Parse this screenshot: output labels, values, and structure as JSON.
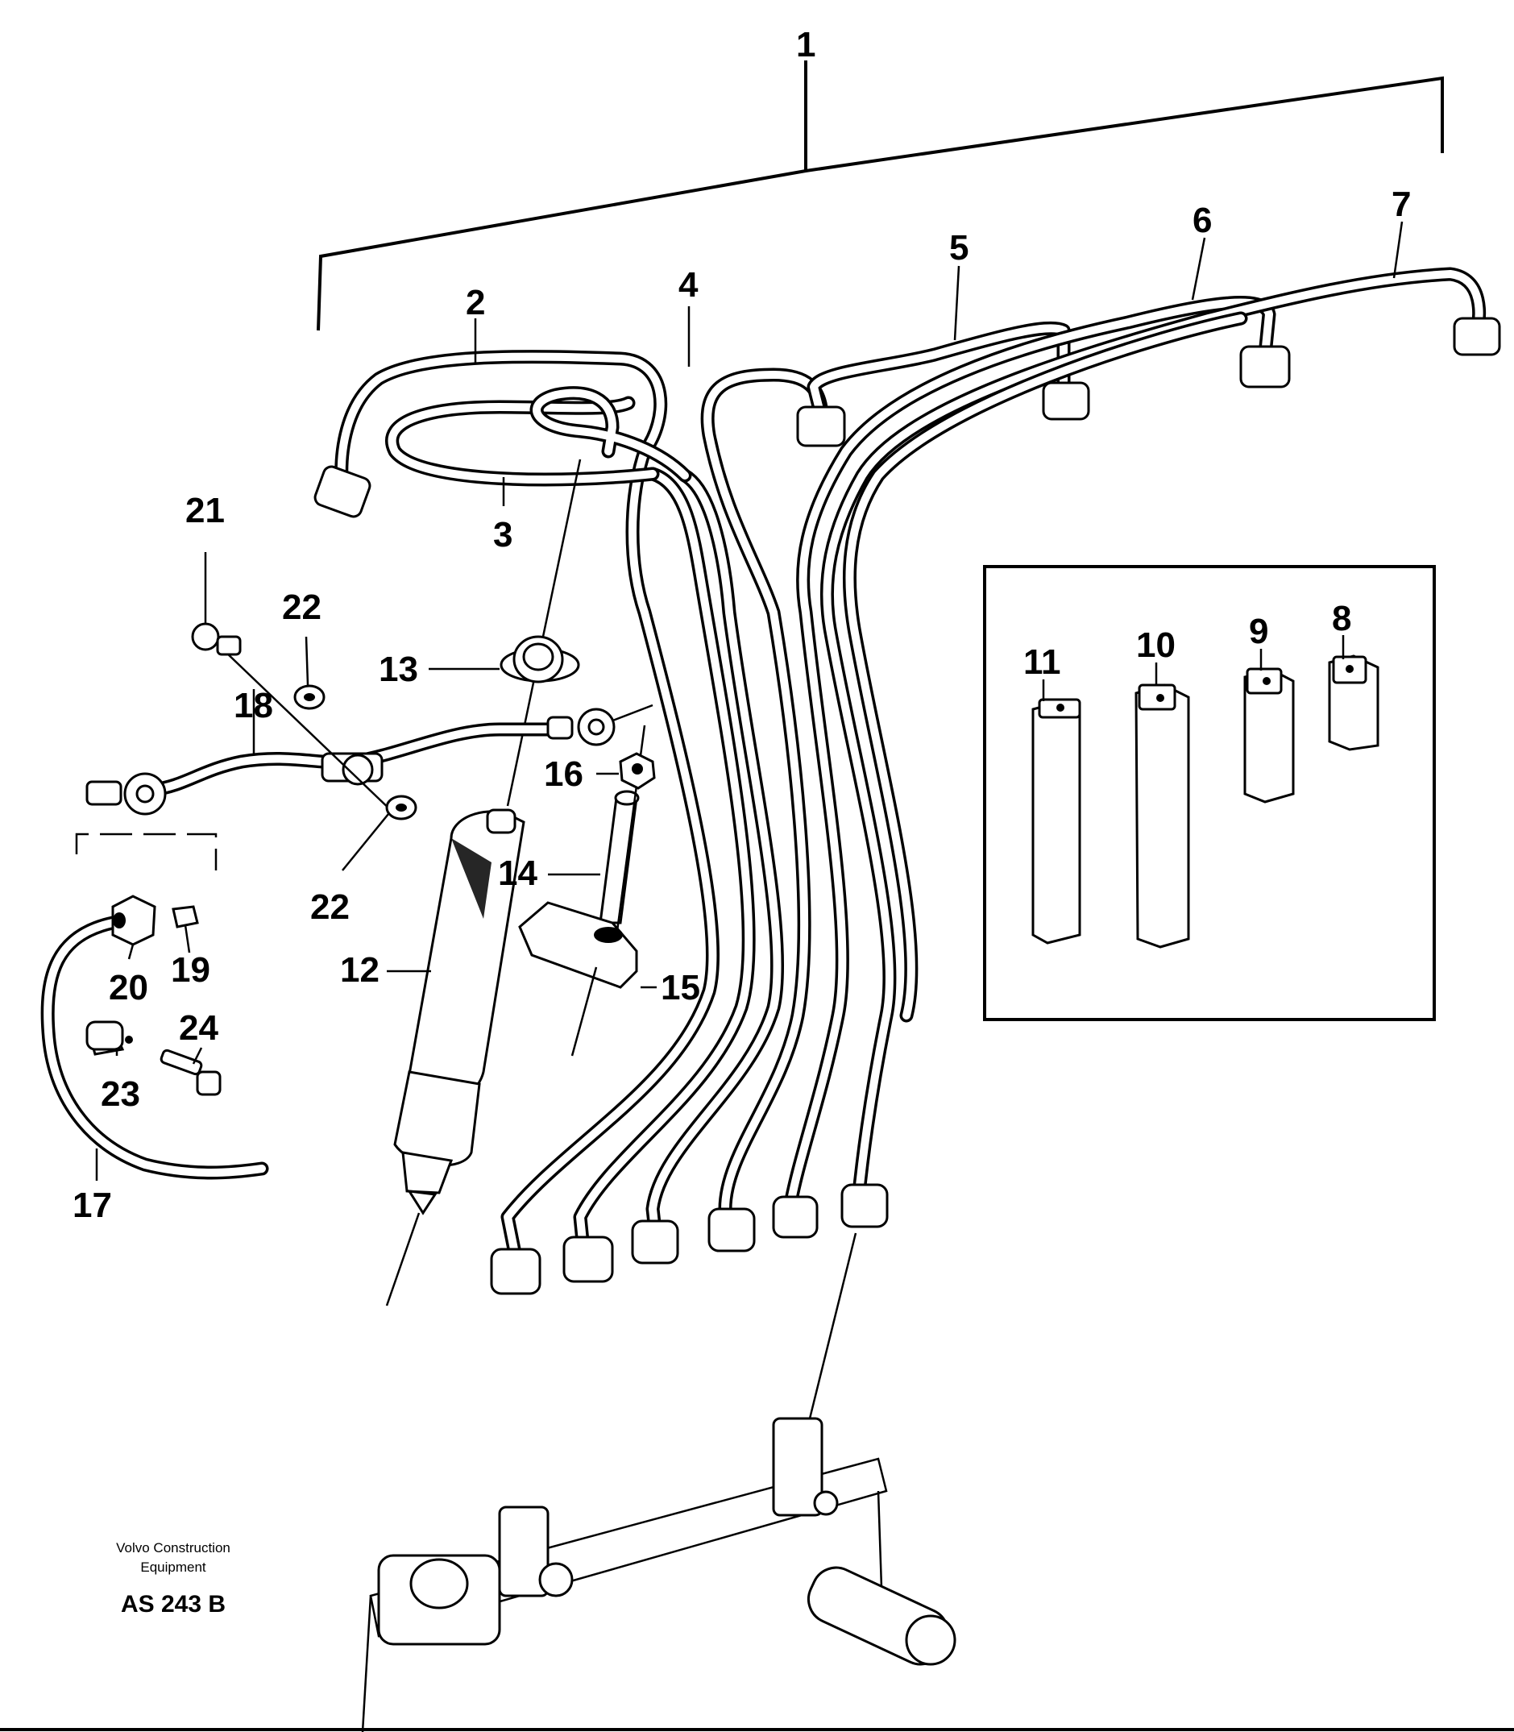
{
  "callouts": {
    "n1": "1",
    "n2": "2",
    "n3": "3",
    "n4": "4",
    "n5": "5",
    "n6": "6",
    "n7": "7",
    "n8": "8",
    "n9": "9",
    "n10": "10",
    "n11": "11",
    "n12": "12",
    "n13": "13",
    "n14": "14",
    "n15": "15",
    "n16": "16",
    "n17": "17",
    "n18": "18",
    "n19": "19",
    "n20": "20",
    "n21": "21",
    "n22a": "22",
    "n22b": "22",
    "n23": "23",
    "n24": "24"
  },
  "footer": {
    "brand_line1": "Volvo Construction",
    "brand_line2": "Equipment",
    "code": "AS 243 B"
  }
}
